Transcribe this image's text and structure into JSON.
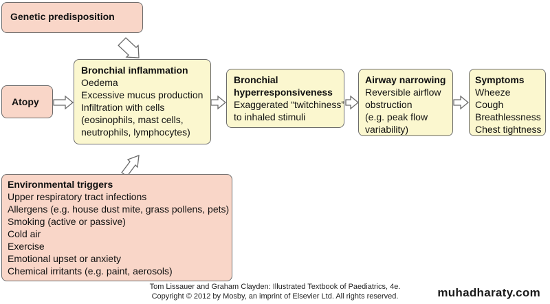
{
  "boxes": {
    "genetic": {
      "title": "Genetic predisposition",
      "lines": []
    },
    "atopy": {
      "title": "Atopy",
      "lines": []
    },
    "inflammation": {
      "title": "Bronchial inflammation",
      "lines": [
        "Oedema",
        "Excessive mucus production",
        "Infiltration with cells",
        "(eosinophils, mast cells,",
        "neutrophils, lymphocytes)"
      ]
    },
    "hyper": {
      "title": "Bronchial hyperresponsiveness",
      "title_lines": [
        "Bronchial",
        "hyperresponsiveness"
      ],
      "lines": [
        "Exaggerated “twitchiness”",
        "to inhaled stimuli"
      ]
    },
    "airway": {
      "title": "Airway narrowing",
      "lines": [
        "Reversible airflow",
        "obstruction",
        "(e.g. peak flow",
        "variability)"
      ]
    },
    "symptoms": {
      "title": "Symptoms",
      "lines": [
        "Wheeze",
        "Cough",
        "Breathlessness",
        "Chest tightness"
      ]
    },
    "env": {
      "title": "Environmental triggers",
      "lines": [
        "Upper respiratory tract infections",
        "Allergens (e.g. house dust mite, grass pollens, pets)",
        "Smoking (active or passive)",
        "Cold air",
        "Exercise",
        "Emotional upset or anxiety",
        "Chemical irritants (e.g. paint, aerosols)"
      ]
    }
  },
  "colors": {
    "pink": "#f9d6c8",
    "yellow": "#fbf7cf",
    "border": "#6b6b6b"
  },
  "credit": [
    "Tom Lissauer and Graham Clayden: Illustrated Textbook of Paediatrics, 4e.",
    "Copyright © 2012 by Mosby, an imprint of Elsevier Ltd. All rights reserved."
  ],
  "watermark": "muhadharaty.com"
}
